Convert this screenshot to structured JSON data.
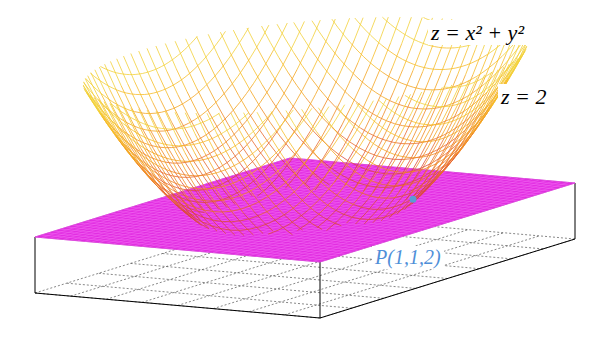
{
  "diagram": {
    "labels": [
      "z = x² + y²",
      "z = 2",
      "P(1,1,2)"
    ]
  }
}
